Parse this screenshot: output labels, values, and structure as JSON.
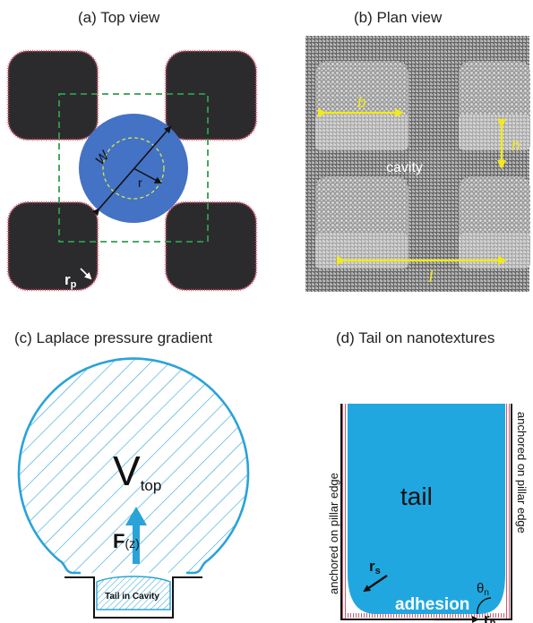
{
  "titles": {
    "a": "(a) Top view",
    "b": "(b) Plan view",
    "c": "(c) Laplace pressure gradient",
    "d": "(d) Tail on nanotextures"
  },
  "panel_a": {
    "label_w": "W",
    "label_r": "r",
    "label_rp_main": "r",
    "label_rp_sub": "p"
  },
  "panel_b": {
    "label_b": "b",
    "label_h": "h",
    "label_cavity": "cavity",
    "label_l": "l"
  },
  "panel_c": {
    "label_v": "V",
    "label_v_sub": "top",
    "label_f": "F",
    "label_f_sub": "(z)",
    "label_tail": "Tail in Cavity"
  },
  "panel_d": {
    "label_left_side": "anchored on pillar edge",
    "label_right_side": "anchored on pillar edge",
    "label_tail": "tail",
    "label_rs_main": "r",
    "label_rs_sub": "s",
    "label_adhesion": "adhesion",
    "label_theta": "θ",
    "label_theta_sub": "n",
    "label_rb_main": "r",
    "label_rb_sub": "b"
  },
  "colors": {
    "pillar": "#2b2b2d",
    "droplet": "#4472c4",
    "dashed": "#2e9e4f",
    "sem_bg": "#8a8a8a",
    "annotation": "#f2ea1a",
    "liquid": "#21a7e0",
    "outline": "#2aa3d9",
    "texture": "#c0304a"
  }
}
